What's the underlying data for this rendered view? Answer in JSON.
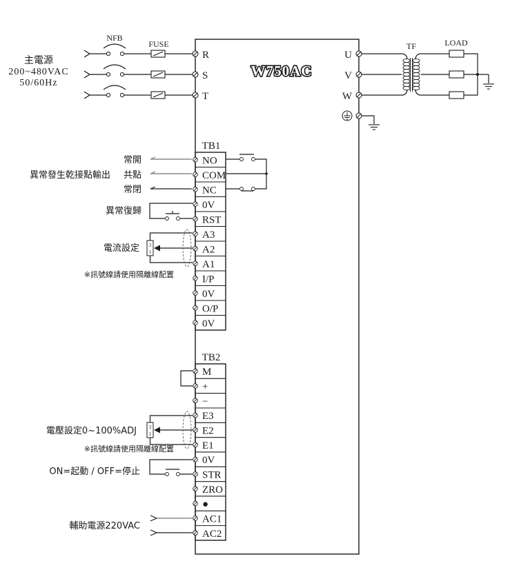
{
  "main_power": {
    "title": "主電源",
    "voltage": "200~480VAC",
    "frequency": "50/60Hz",
    "breaker_label": "NFB",
    "fuse_label": "FUSE"
  },
  "controller": {
    "model": "W750AC",
    "input_terminals": [
      "R",
      "S",
      "T"
    ],
    "output_terminals": [
      "U",
      "V",
      "W"
    ]
  },
  "output": {
    "transformer_label": "TF",
    "load_label": "LOAD"
  },
  "tb1": {
    "title": "TB1",
    "terminals": [
      "NO",
      "COM",
      "NC",
      "0V",
      "RST",
      "A3",
      "A2",
      "A1",
      "I/P",
      "0V",
      "O/P",
      "0V"
    ],
    "labels": {
      "normally_open": "常開",
      "common": "共點",
      "normally_closed": "常閉",
      "dry_contact_output": "異常發生乾接點輸出",
      "fault_reset": "異常復歸",
      "current_setting": "電流設定",
      "shield_note": "※訊號線請使用隔離線配置",
      "pot_pin_top": "3",
      "pot_pin_bottom": "1"
    }
  },
  "tb2": {
    "title": "TB2",
    "terminals": [
      "M",
      "+",
      "−",
      "E3",
      "E2",
      "E1",
      "0V",
      "STR",
      "ZRO",
      "●",
      "AC1",
      "AC2"
    ],
    "labels": {
      "voltage_setting": "電壓設定0~100%ADJ",
      "shield_note": "※訊號線請使用隔離線配置",
      "start_stop": "ON=起動 / OFF=停止",
      "aux_power": "輔助電源220VAC",
      "pot_pin_top": "3",
      "pot_pin_bottom": "1"
    }
  }
}
